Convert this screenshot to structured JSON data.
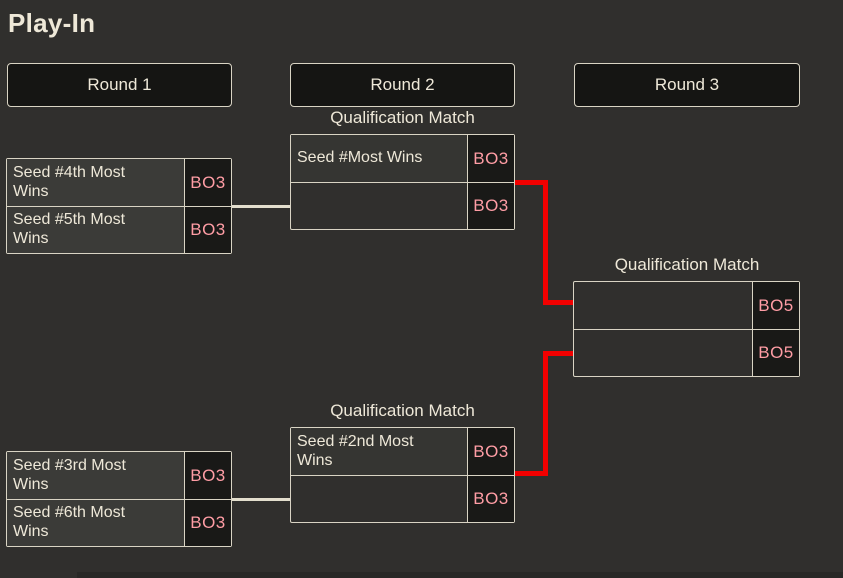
{
  "title": "Play-In",
  "colors": {
    "page_bg": "#302f2d",
    "panel_bg": "#151513",
    "border_light": "#d9d4c4",
    "text_cream": "#eee8d8",
    "cell_filled_r1": "#3b3b38",
    "cell_filled_r2": "#353532",
    "score_bg": "#191917",
    "score_text": "#ff9da5",
    "connector_light": "#e3decd",
    "connector_red": "#f20000"
  },
  "rounds": [
    {
      "label": "Round 1"
    },
    {
      "label": "Round 2"
    },
    {
      "label": "Round 3"
    }
  ],
  "matches": [
    {
      "round": 1,
      "position": "top",
      "slots": [
        {
          "name": "Seed #4th Most Wins",
          "score": "BO3"
        },
        {
          "name": "Seed #5th Most Wins",
          "score": "BO3"
        }
      ]
    },
    {
      "round": 1,
      "position": "bottom",
      "slots": [
        {
          "name": "Seed #3rd Most Wins",
          "score": "BO3"
        },
        {
          "name": "Seed #6th Most Wins",
          "score": "BO3"
        }
      ]
    },
    {
      "round": 2,
      "position": "top",
      "label": "Qualification Match",
      "slots": [
        {
          "name": "Seed #Most Wins",
          "score": "BO3"
        },
        {
          "name": "",
          "score": "BO3"
        }
      ]
    },
    {
      "round": 2,
      "position": "bottom",
      "label": "Qualification Match",
      "slots": [
        {
          "name": "Seed #2nd Most Wins",
          "score": "BO3"
        },
        {
          "name": "",
          "score": "BO3"
        }
      ]
    },
    {
      "round": 3,
      "position": "final",
      "label": "Qualification Match",
      "slots": [
        {
          "name": "",
          "score": "BO5"
        },
        {
          "name": "",
          "score": "BO5"
        }
      ]
    }
  ]
}
